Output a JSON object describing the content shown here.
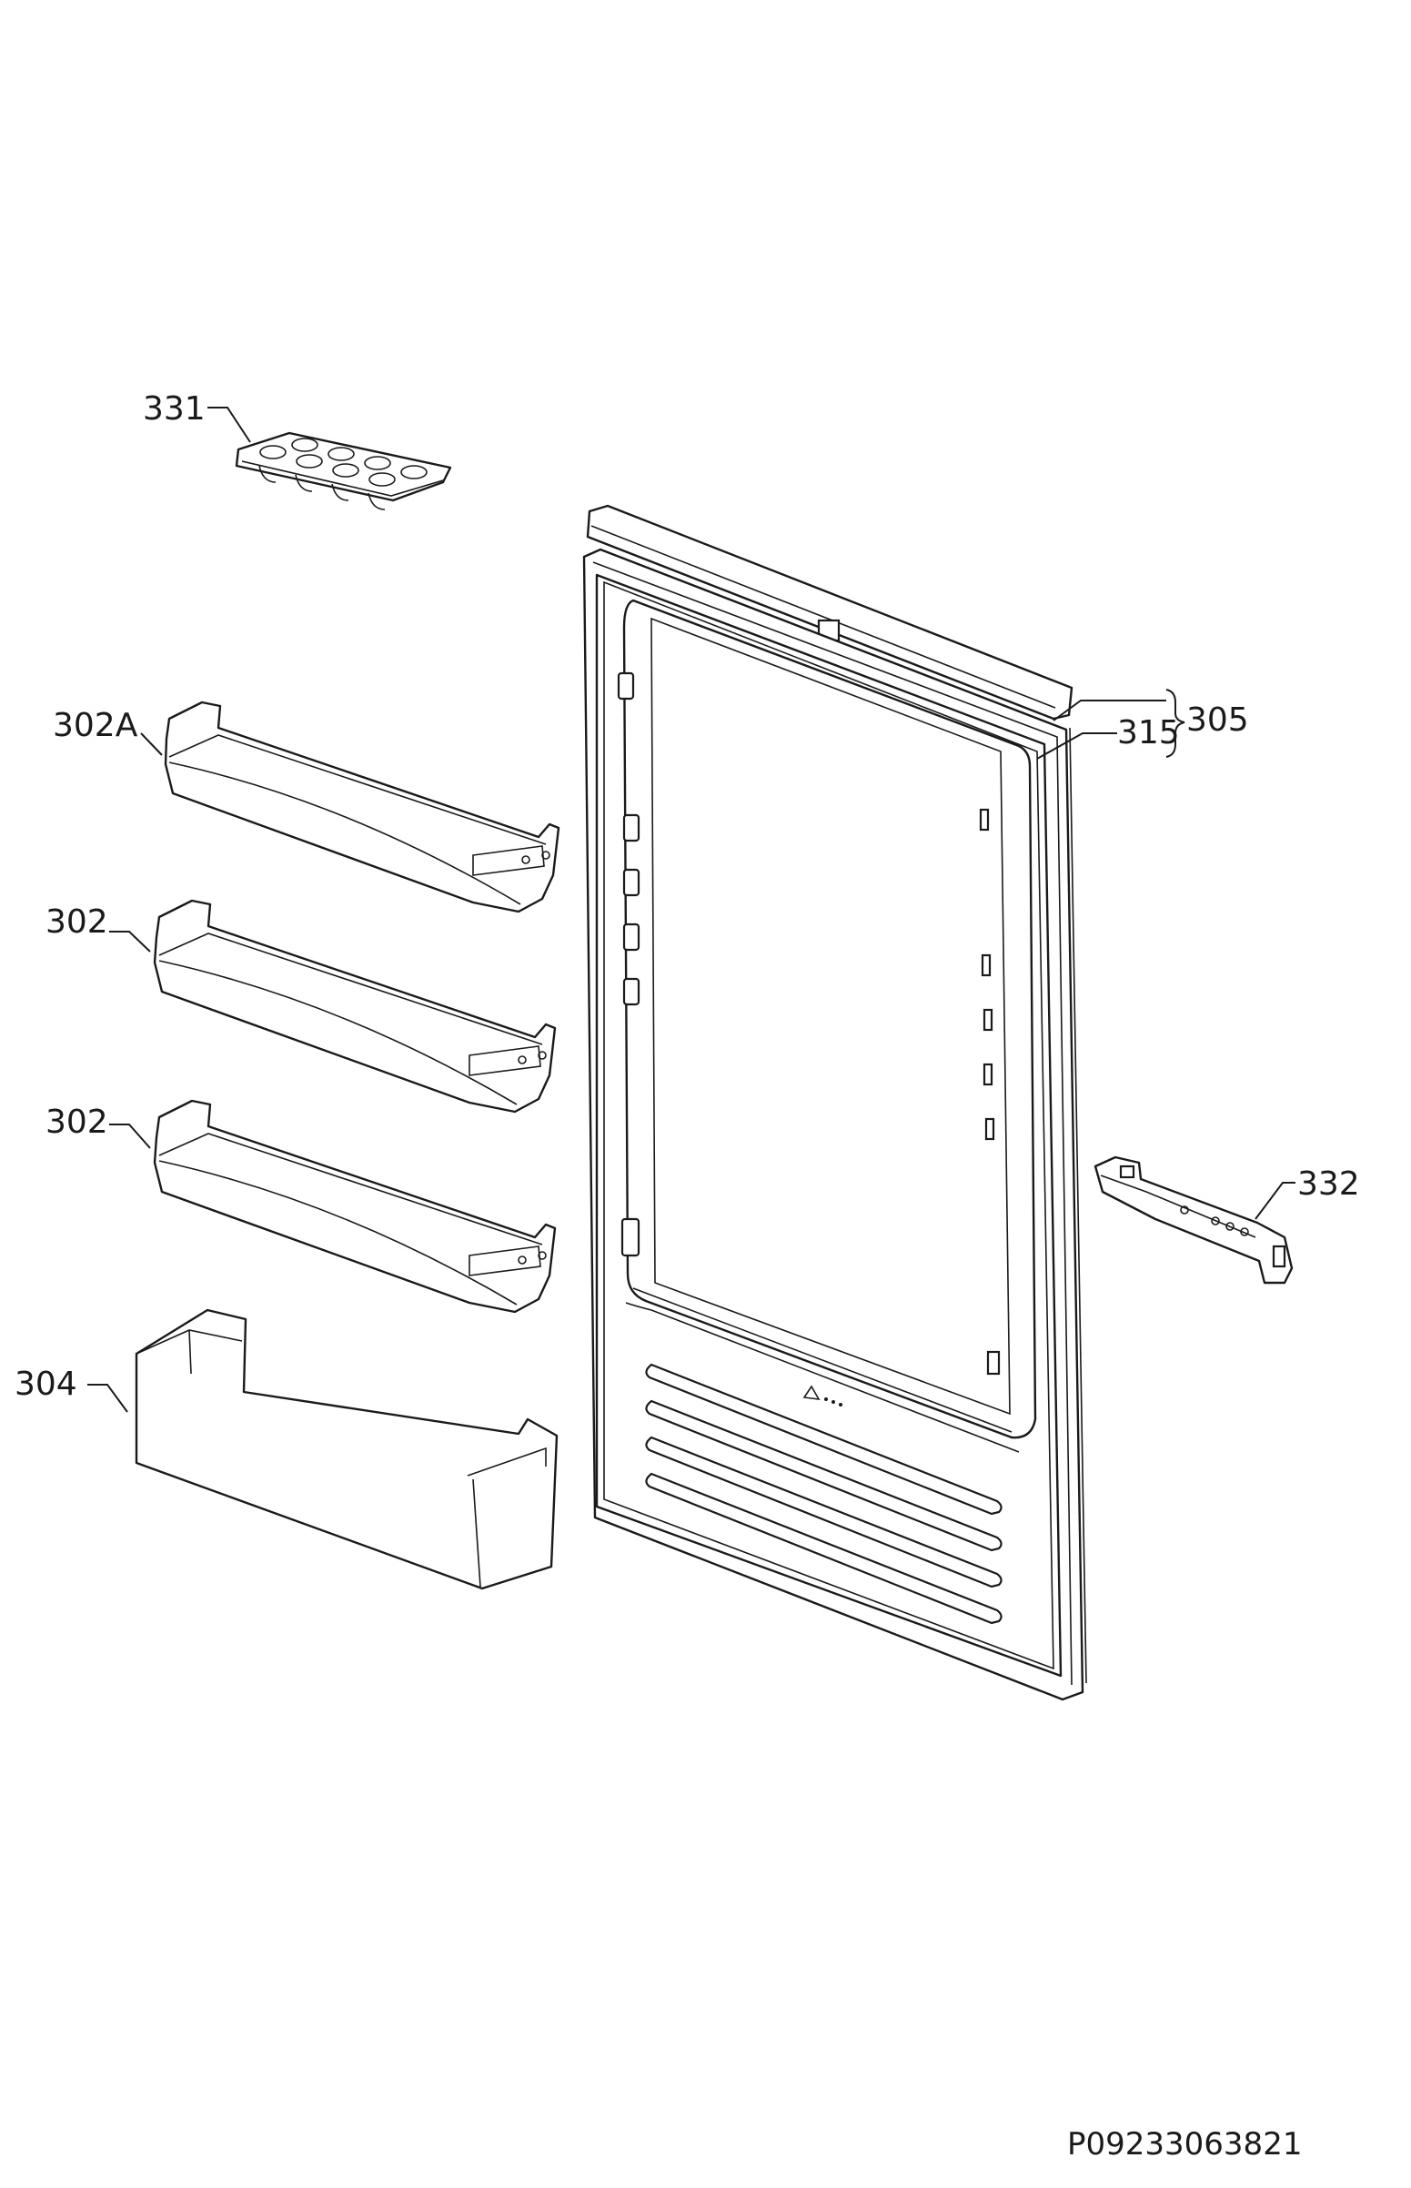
{
  "labels": {
    "egg_tray": "331",
    "top_shelf": "302A",
    "shelf_1": "302",
    "shelf_2": "302",
    "bottle_shelf": "304",
    "door_group": "305",
    "gasket": "315",
    "hinge": "332"
  },
  "drawing_code": "P09233063821"
}
